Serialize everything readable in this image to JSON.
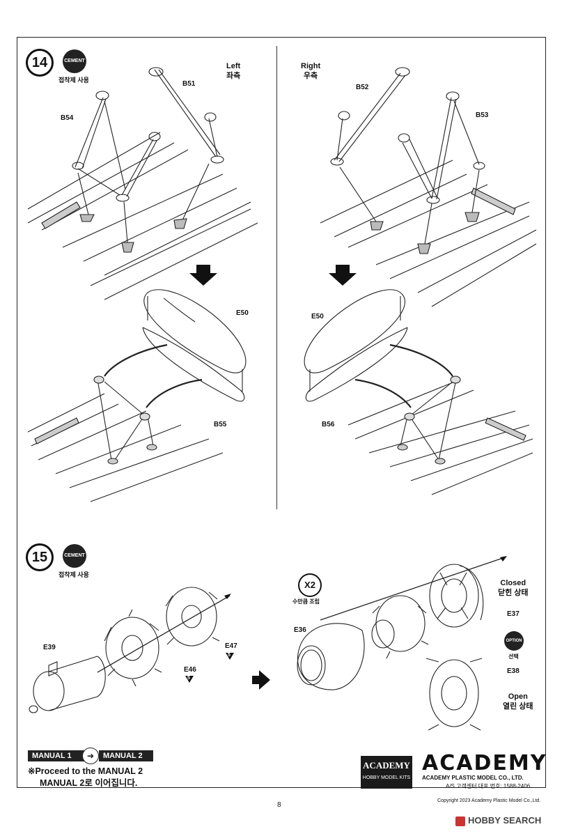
{
  "step14": {
    "number": "14",
    "cement_label": "CEMENT",
    "cement_ko": "접착제 사용",
    "left_title": "Left",
    "left_title_ko": "좌측",
    "right_title": "Right",
    "right_title_ko": "우측",
    "parts": {
      "b51": "B51",
      "b54": "B54",
      "b52": "B52",
      "b53": "B53",
      "e50_left": "E50",
      "e50_right": "E50",
      "b55": "B55",
      "b56": "B56"
    }
  },
  "step15": {
    "number": "15",
    "cement_label": "CEMENT",
    "cement_ko": "접착제 사용",
    "x2_label": "X2",
    "x2_ko": "수만큼 조립",
    "closed_label": "Closed",
    "closed_ko": "닫힌 상태",
    "open_label": "Open",
    "open_ko": "열린 상태",
    "option_label": "OPTION",
    "option_ko": "선택",
    "parts": {
      "e39": "E39",
      "e46": "E46",
      "e47": "E47",
      "e36": "E36",
      "e37": "E37",
      "e38": "E38",
      "e46_step": "5",
      "e47_step": "5"
    }
  },
  "footer": {
    "manual1": "MANUAL 1",
    "manual2": "MANUAL 2",
    "proceed_en": "※Proceed to the MANUAL 2",
    "proceed_ko": "MANUAL 2로 이어집니다.",
    "academy_box_top": "ACADEMY",
    "academy_box_bottom": "HOBBY MODEL KITS",
    "academy_logo": "ACADEMY",
    "academy_company": "ACADEMY PLASTIC MODEL CO., LTD.",
    "academy_service": "A/S 고객센터 대표 번호: 1588-2406",
    "page_number": "8",
    "copyright": "Copyright 2023 Academy Plastic Model Co.,Ltd.",
    "watermark": "HOBBY SEARCH"
  }
}
